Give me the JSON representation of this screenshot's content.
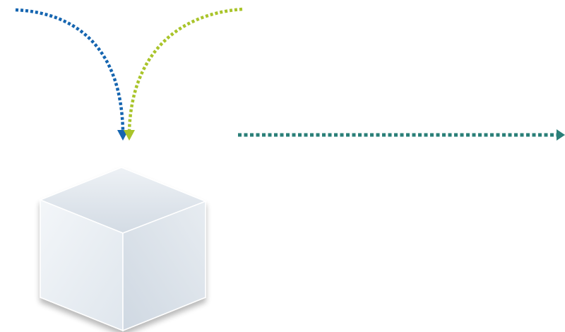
{
  "diagram": {
    "nodes": [
      {
        "id": "cube",
        "icon": "cube-icon",
        "colors": {
          "top": "#d9e1ea",
          "left": "#e9eef3",
          "right": "#dce4ec",
          "edge": "#ffffff"
        }
      }
    ],
    "arrows": [
      {
        "id": "arrow-blue-in",
        "style": "dotted",
        "color": "#1565b0",
        "target": "cube"
      },
      {
        "id": "arrow-green-in",
        "style": "dotted",
        "color": "#a9c42a",
        "target": "cube"
      },
      {
        "id": "arrow-teal-out",
        "style": "dotted",
        "color": "#2a7f78",
        "direction": "right"
      }
    ]
  }
}
